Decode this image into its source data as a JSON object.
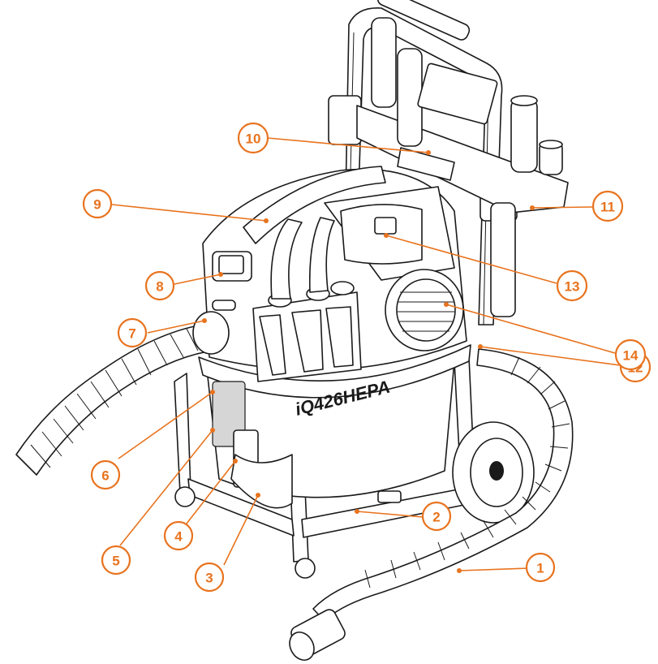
{
  "product": {
    "model_label": "iQ426HEPA"
  },
  "callouts": [
    {
      "label": "1"
    },
    {
      "label": "2"
    },
    {
      "label": "3"
    },
    {
      "label": "4"
    },
    {
      "label": "5"
    },
    {
      "label": "6"
    },
    {
      "label": "7"
    },
    {
      "label": "8"
    },
    {
      "label": "9"
    },
    {
      "label": "10"
    },
    {
      "label": "11"
    },
    {
      "label": "12"
    },
    {
      "label": "13"
    },
    {
      "label": "14"
    }
  ],
  "colors": {
    "callout": "#e8731e",
    "line_art": "#1a1a1a"
  }
}
